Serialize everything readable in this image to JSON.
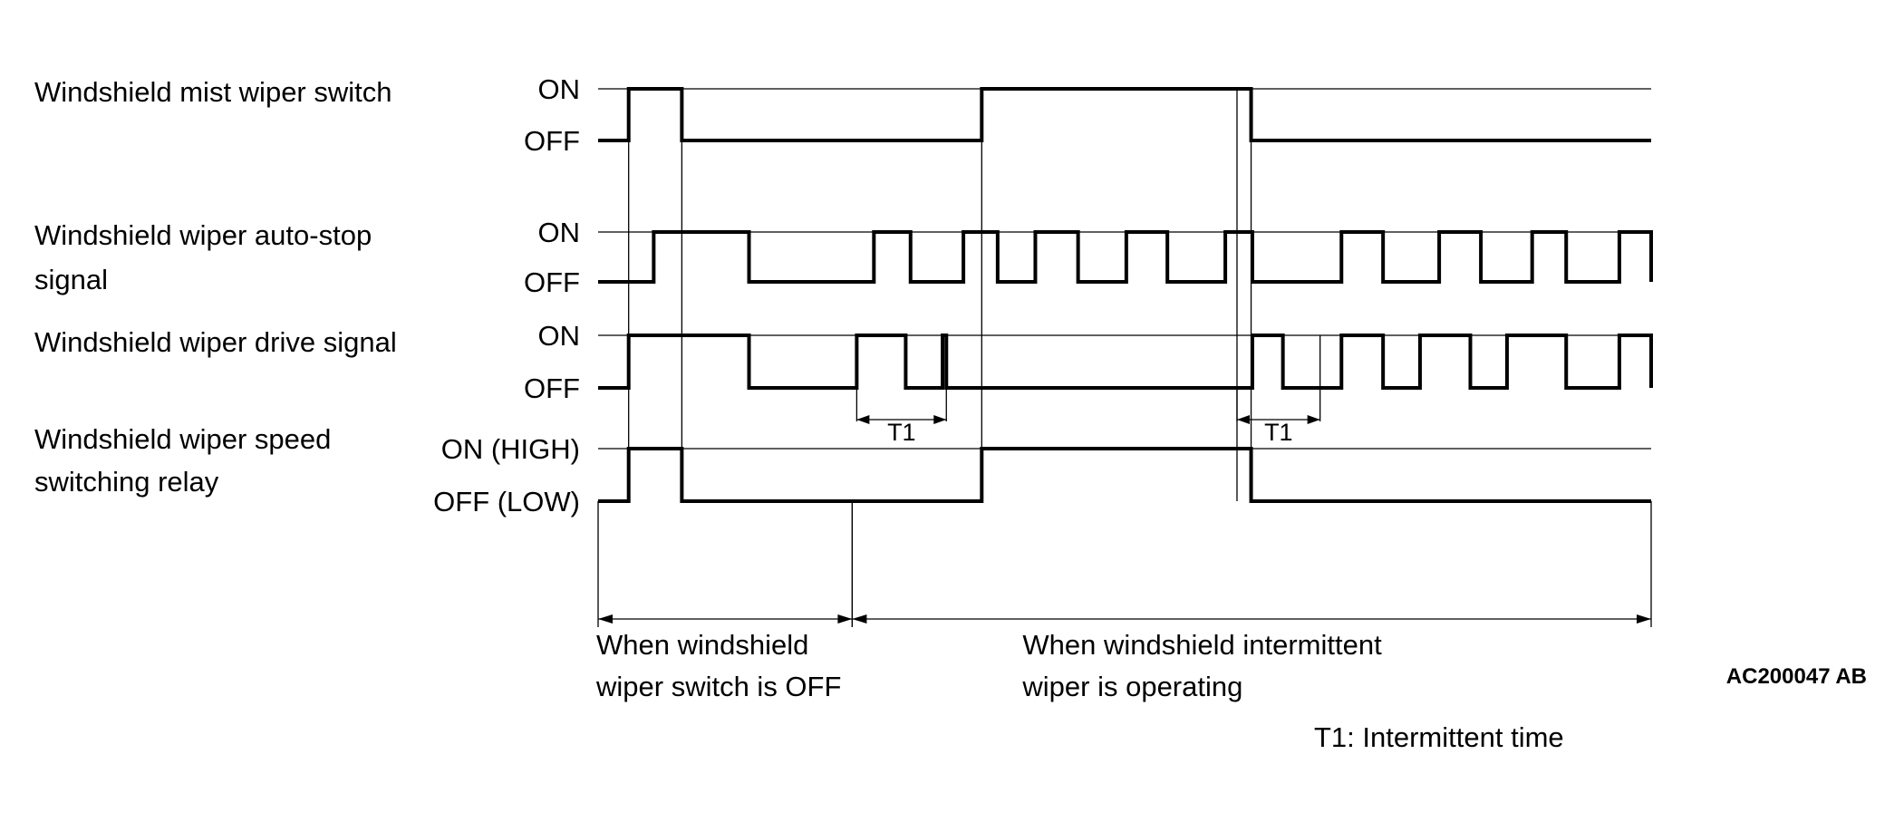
{
  "signals": [
    {
      "id": "mist",
      "label_lines": [
        "Windshield mist wiper switch"
      ],
      "on_label": "ON",
      "off_label": "OFF",
      "initial": 0,
      "transitions": [
        0.029,
        0.0795,
        0.3643,
        0.6201
      ]
    },
    {
      "id": "autostop",
      "label_lines": [
        "Windshield wiper auto-stop",
        "signal"
      ],
      "on_label": "ON",
      "off_label": "OFF",
      "initial": 0,
      "transitions": [
        0.0528,
        0.1433,
        0.2619,
        0.2967,
        0.3469,
        0.3794,
        0.4152,
        0.4558,
        0.5016,
        0.5406,
        0.5956,
        0.6213,
        0.7059,
        0.7454,
        0.7987,
        0.8383,
        0.887,
        0.9193,
        0.9698,
        1.0
      ]
    },
    {
      "id": "drive",
      "label_lines": [
        "Windshield wiper drive signal"
      ],
      "on_label": "ON",
      "off_label": "OFF",
      "initial": 0,
      "transitions": [
        0.029,
        0.1433,
        0.2456,
        0.2921,
        0.3271,
        0.3307,
        0.6213,
        0.6503,
        0.7059,
        0.7454,
        0.7805,
        0.8283,
        0.8631,
        0.9193,
        0.9698,
        1.0
      ]
    },
    {
      "id": "relay",
      "label_lines": [
        "Windshield wiper speed",
        "switching relay"
      ],
      "on_label": "ON (HIGH)",
      "off_label": "OFF (LOW)",
      "initial": 0,
      "transitions": [
        0.029,
        0.0795,
        0.3643,
        0.6201
      ]
    }
  ],
  "intervals": [
    {
      "label": "T1",
      "start": 0.2456,
      "end": 0.3307
    },
    {
      "label": "T1",
      "start": 0.6067,
      "end": 0.6856
    }
  ],
  "guides": [
    0.029,
    0.0795,
    0.3643,
    0.6067,
    0.6201
  ],
  "ranges": [
    {
      "label_lines": [
        "When windshield",
        "wiper switch is OFF"
      ],
      "start": 0.0,
      "end": 0.2413
    },
    {
      "label_lines": [
        "When windshield intermittent",
        "wiper is operating"
      ],
      "start": 0.2413,
      "end": 1.0
    }
  ],
  "figure_code": "AC200047 AB",
  "legend_note": "T1: Intermittent time"
}
